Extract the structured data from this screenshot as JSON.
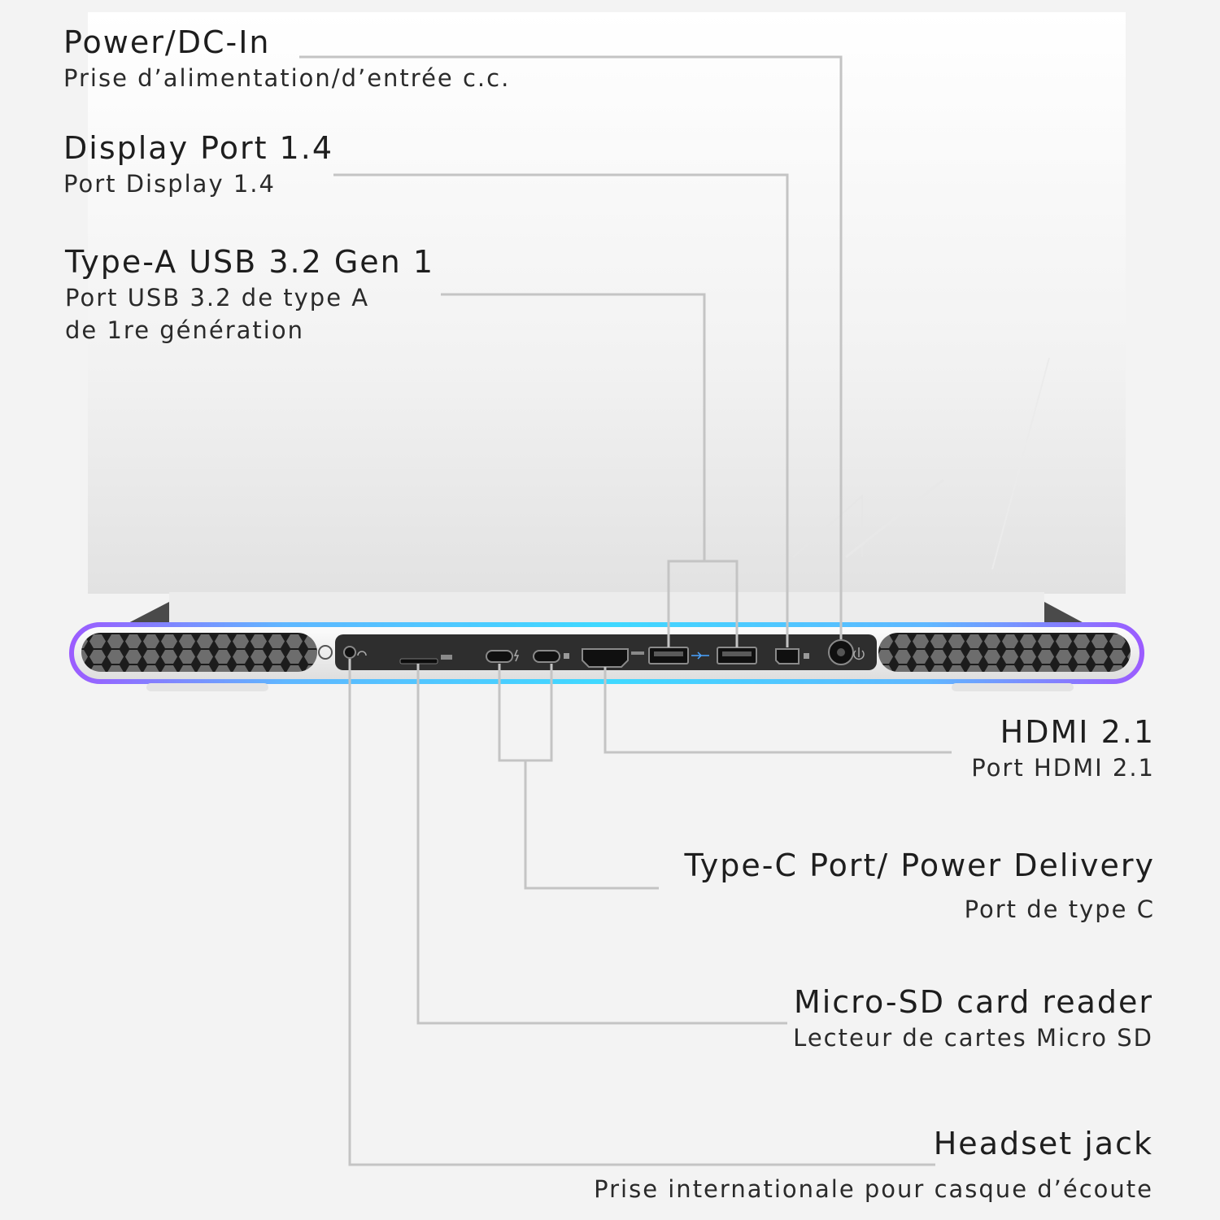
{
  "callouts": {
    "power": {
      "en": "Power/DC-In",
      "fr": "Prise d’alimentation/d’entrée c.c."
    },
    "displayport": {
      "en": "Display Port 1.4",
      "fr": "Port Display 1.4"
    },
    "usb_a": {
      "en": "Type-A USB 3.2 Gen 1",
      "fr_line1": "Port USB 3.2 de type A",
      "fr_line2": "de 1re génération"
    },
    "hdmi": {
      "en": "HDMI 2.1",
      "fr": "Port HDMI 2.1"
    },
    "type_c": {
      "en": "Type-C Port/ Power Delivery",
      "fr": "Port de type C"
    },
    "microsd": {
      "en": "Micro-SD card reader",
      "fr": "Lecteur de cartes Micro SD"
    },
    "headset": {
      "en": "Headset jack",
      "fr": "Prise internationale pour casque d’écoute"
    }
  },
  "colors": {
    "background": "#f3f3f3",
    "leader_line": "#c4c4c4",
    "port_panel": "#2e2e2e",
    "light_ring": "#8f5cff",
    "light_glow": "#3fd9ff"
  }
}
